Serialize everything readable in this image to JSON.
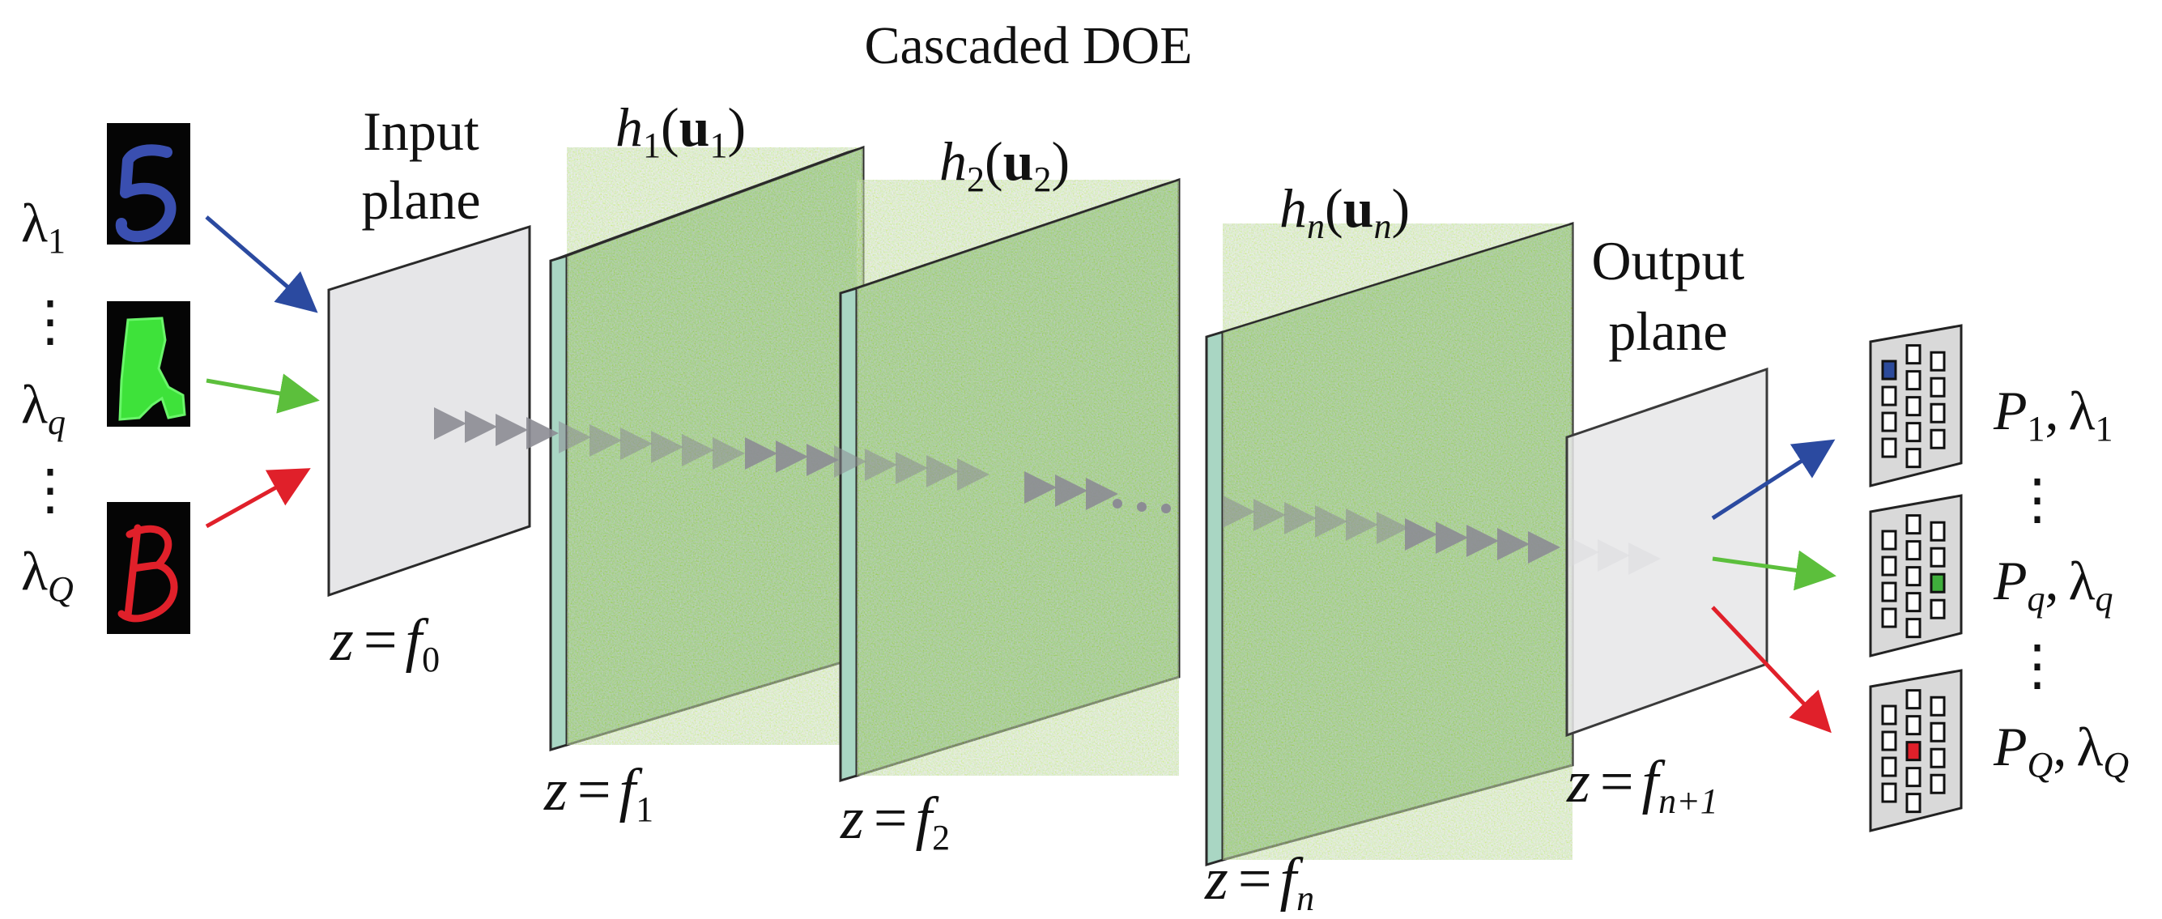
{
  "title": "Cascaded DOE",
  "input_plane": {
    "label_line1": "Input",
    "label_line2": "plane",
    "position_var": "z",
    "position_eq": "=",
    "position_symbol": "f",
    "position_sub": "0"
  },
  "output_plane": {
    "label_line1": "Output",
    "label_line2": "plane",
    "position_var": "z",
    "position_eq": "=",
    "position_symbol": "f",
    "position_sub": "n+1"
  },
  "doe_layers": [
    {
      "h_symbol": "h",
      "h_sub": "1",
      "u_symbol": "u",
      "u_sub": "1",
      "z_var": "z",
      "z_eq": "=",
      "f_symbol": "f",
      "f_sub": "1"
    },
    {
      "h_symbol": "h",
      "h_sub": "2",
      "u_symbol": "u",
      "u_sub": "2",
      "z_var": "z",
      "z_eq": "=",
      "f_symbol": "f",
      "f_sub": "2"
    },
    {
      "h_symbol": "h",
      "h_sub": "n",
      "u_symbol": "u",
      "u_sub": "n",
      "z_var": "z",
      "z_eq": "=",
      "f_symbol": "f",
      "f_sub": "n"
    }
  ],
  "inputs": [
    {
      "lambda_symbol": "λ",
      "lambda_sub": "1",
      "color": "#3a4fb0",
      "arrow_color": "#2b4aa0"
    },
    {
      "lambda_symbol": "λ",
      "lambda_sub": "q",
      "color": "#3ee23a",
      "arrow_color": "#5cbf3c"
    },
    {
      "lambda_symbol": "λ",
      "lambda_sub": "Q",
      "color": "#e0202a",
      "arrow_color": "#e0202a"
    }
  ],
  "outputs": [
    {
      "p_symbol": "P",
      "p_sub": "1",
      "sep": ",",
      "lambda_symbol": "λ",
      "lambda_sub": "1",
      "highlight_color": "#2c4a9a"
    },
    {
      "p_symbol": "P",
      "p_sub": "q",
      "sep": ",",
      "lambda_symbol": "λ",
      "lambda_sub": "q",
      "highlight_color": "#3fae3c"
    },
    {
      "p_symbol": "P",
      "p_sub": "Q",
      "sep": ",",
      "lambda_symbol": "λ",
      "lambda_sub": "Q",
      "highlight_color": "#e0202a"
    }
  ],
  "ellipsis": "⋮",
  "colors": {
    "doe_face": "#8fbf86",
    "doe_side": "#a9d6c3",
    "plane_fill": "#e6e6e8",
    "propagation_arrow": "#8c8c94",
    "detector_bg": "#d9d9d9"
  }
}
